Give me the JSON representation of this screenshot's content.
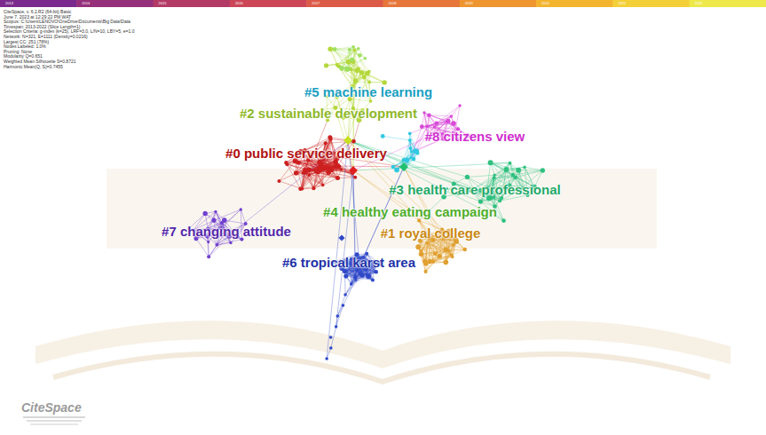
{
  "diagram": {
    "labels": [
      "2013",
      "2014",
      "2015",
      "2016",
      "2017",
      "2018",
      "2019",
      "2020",
      "2021",
      "2022",
      "CiteSpace, v. 6.2.R2 (64-bit) Basic",
      "June 7, 2023 at 12:29:22 PM WAT",
      "Scopus: C:\\Users\\LENOVO\\OneDrive\\Documents\\Big Data\\Data",
      "Timespan: 2013-2022 (Slice Length=1)",
      "Selection Criteria: g-index (k=25), LRF=3.0, L/N=10, LBY=5, e=1.0",
      "Network: N=321, E=1111 (Density=0.0216)",
      "Largest CC: 251 (78%)",
      "Nodes Labeled: 1.0%",
      "Pruning: None",
      "Modularity Q=0.651",
      "Weighted Mean Silhouette S=0.8721",
      "Harmonic Mean(Q, S)=0.7455",
      "#5 machine learning",
      "#2 sustainable development",
      "#8 citizens view",
      "#0 public service delivery",
      "#3 health care professional",
      "#4 healthy eating campaign",
      "#7 changing attitude",
      "#1 royal college",
      "#6 tropical karst area",
      "CiteSpace"
    ]
  }
}
